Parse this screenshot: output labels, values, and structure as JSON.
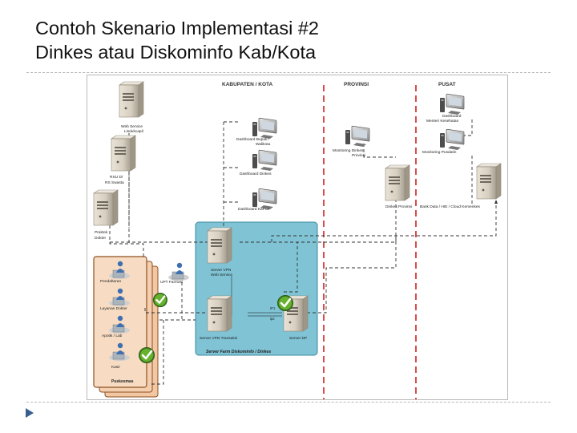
{
  "slide": {
    "title_line1": "Contoh Skenario Implementasi #2",
    "title_line2": "Dinkes atau Diskominfo Kab/Kota"
  },
  "diagram": {
    "zones": {
      "kabupaten": "KABUPATEN / KOTA",
      "provinsi": "PROVINSI",
      "pusat": "PUSAT"
    },
    "nodes": {
      "web_service": [
        "Web Service",
        "Lisdukcapil"
      ],
      "rsu": [
        "RSU D/",
        "RS Swasta"
      ],
      "praktek": [
        "Praktek",
        "Dokter"
      ],
      "dash_bupati": [
        "Dashboard Bupati /",
        "Walikota"
      ],
      "dash_dinkes": "Dashboard Dinkes",
      "dash_kapus": "Dashboard KaPus",
      "monitoring_dinkes": [
        "Monitoring Dinkes",
        "Provinsi"
      ],
      "dinkes_prov": "Dinkes Provinsi",
      "dash_menteri": [
        "Dashboard",
        "Menteri Kesehatan"
      ],
      "monitoring_pusdatin": "Monitoring Pusdatin",
      "bank_data": "Bank Data / HIE / Cloud Kemenkes",
      "upt_farmasi": "UPT Farmasi",
      "server_vpn": [
        "Server VPN",
        "Web Service"
      ],
      "server_vpn_transaksi": "Server VPN Transaksi",
      "server_dp": "Server DP",
      "server_farm": "Server Farm Diskominfo / Dinkes",
      "ip1": "IP1",
      "ip2": "ip2"
    },
    "puskesmas": {
      "units": [
        "Pendaftaran",
        "Layanan Dokter",
        "Apotik / Lab",
        "Kasir"
      ],
      "label": "Puskesmas"
    }
  }
}
